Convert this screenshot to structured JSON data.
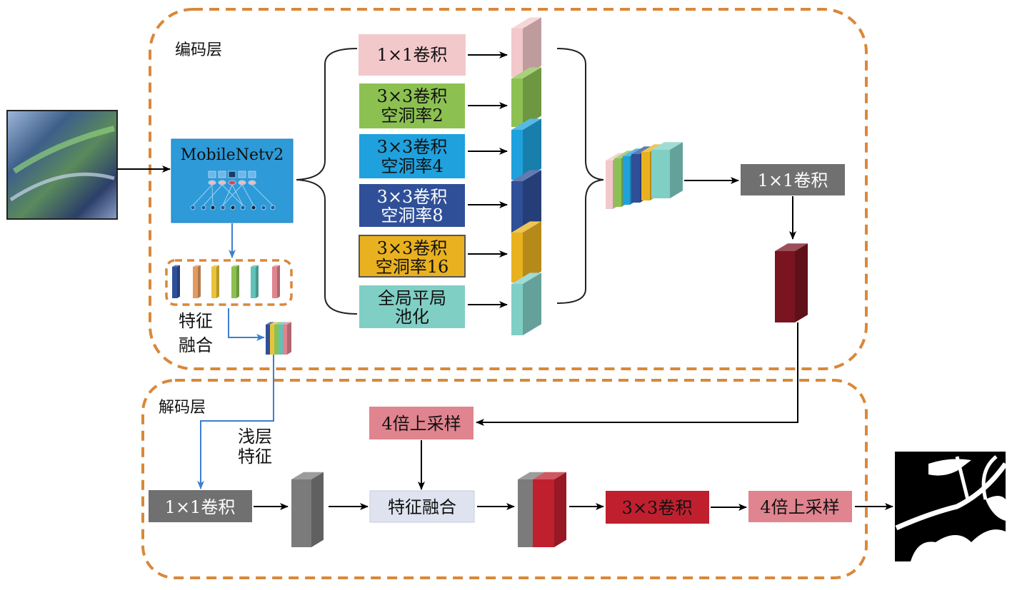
{
  "encoder": {
    "title": "编码层",
    "backbone": "MobileNetv2",
    "feature_fusion": [
      "特征",
      "融合"
    ],
    "branches": [
      {
        "lines": [
          "1×1卷积"
        ],
        "color": "#f3c8cb"
      },
      {
        "lines": [
          "3×3卷积",
          "空洞率2"
        ],
        "color": "#8cc152"
      },
      {
        "lines": [
          "3×3卷积",
          "空洞率4"
        ],
        "color": "#1fa1dd"
      },
      {
        "lines": [
          "3×3卷积",
          "空洞率8"
        ],
        "color": "#2f4f98"
      },
      {
        "lines": [
          "3×3卷积",
          "空洞率16"
        ],
        "color": "#e9b11f"
      },
      {
        "lines": [
          "全局平局",
          "池化"
        ],
        "color": "#80cfc5"
      }
    ],
    "conv_after_concat": "1×1卷积"
  },
  "decoder": {
    "title": "解码层",
    "upsample_top": "4倍上采样",
    "shallow_feature": [
      "浅层",
      "特征"
    ],
    "conv1x1": "1×1卷积",
    "fusion": "特征融合",
    "conv3x3": "3×3卷积",
    "upsample_out": "4倍上采样"
  },
  "colors": {
    "dashed_border": "#d9883a",
    "backbone": "#2e9ad8",
    "gray_conv": "#707070",
    "upsample": "#e0848f",
    "fusion": "#dfe3f0",
    "conv3x3": "#c0202e",
    "encoder_output": "#7a1420"
  }
}
